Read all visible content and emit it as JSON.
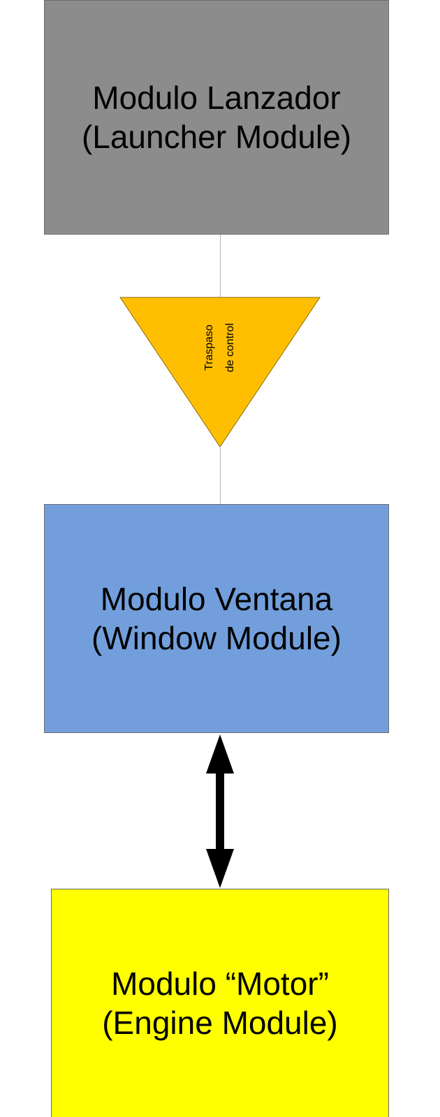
{
  "modules": {
    "launcher": {
      "line1": "Modulo Lanzador",
      "line2": "(Launcher Module)",
      "color": "#8c8c8c"
    },
    "window": {
      "line1": "Modulo Ventana",
      "line2": "(Window Module)",
      "color": "#729fdc"
    },
    "engine": {
      "line1": "Modulo “Motor”",
      "line2": "(Engine Module)",
      "color": "#ffff00"
    }
  },
  "handoff": {
    "line1": "Traspaso",
    "line2": "de control",
    "color": "#ffbf00"
  },
  "arrow_color": "#000000"
}
